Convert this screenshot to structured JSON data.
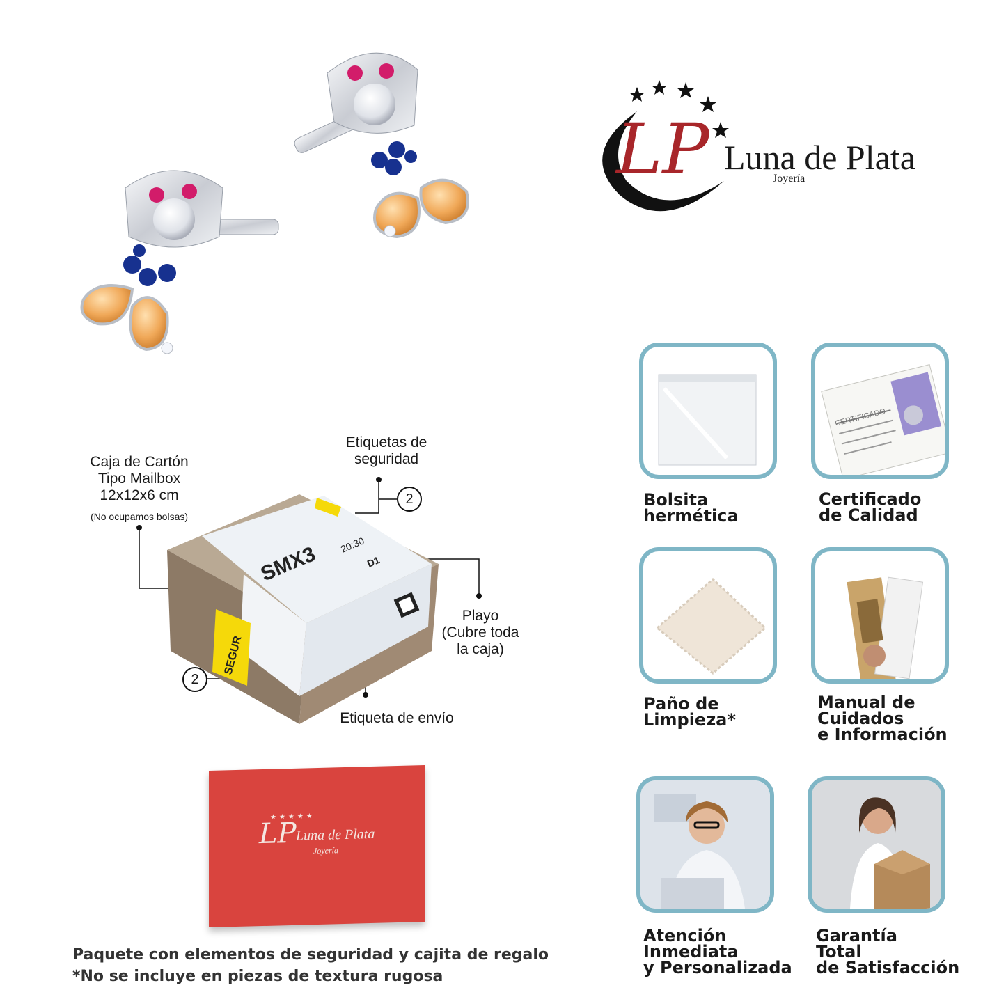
{
  "brand": {
    "logo_name": "Luna de Plata",
    "logo_sub": "Joyería",
    "colors": {
      "accent_red": "#a8262a",
      "moon_black": "#111111",
      "card_border": "#7fb6c6",
      "gift_box": "#d9443e"
    }
  },
  "package": {
    "box_label": "Caja de Cartón\nTipo Mailbox\n12x12x6 cm",
    "box_note": "(No ocupamos bolsas)",
    "security_labels": "Etiquetas de\nseguridad",
    "security_count_top": "2",
    "security_count_bottom": "2",
    "wrap_label": "Playo\n(Cubre toda\nla caja)",
    "shipping_label": "Etiqueta de envío",
    "box_print_code": "SMX3",
    "box_print_time": "20:30",
    "box_print_suffix": "D1",
    "sticker_text": "SEGUR"
  },
  "gift_box": {
    "logo": "Luna de Plata",
    "sub": "Joyería"
  },
  "features": [
    {
      "label": "Bolsita\nhermética",
      "icon": "zip-bag-icon"
    },
    {
      "label": "Certificado\nde Calidad",
      "icon": "certificate-icon",
      "doc_title": "CERTIFICADO"
    },
    {
      "label": "Paño de\nLimpieza*",
      "icon": "cleaning-cloth-icon"
    },
    {
      "label": "Manual de\nCuidados\ne Información",
      "icon": "manual-icon"
    },
    {
      "label": "Atención\nInmediata\ny Personalizada",
      "icon": "support-agent-icon"
    },
    {
      "label": "Garantía\nTotal\nde Satisfacción",
      "icon": "happy-customer-icon"
    }
  ],
  "footer": {
    "line1": "Paquete con elementos de seguridad y cajita de regalo",
    "line2": "*No se incluye en piezas de textura rugosa"
  }
}
